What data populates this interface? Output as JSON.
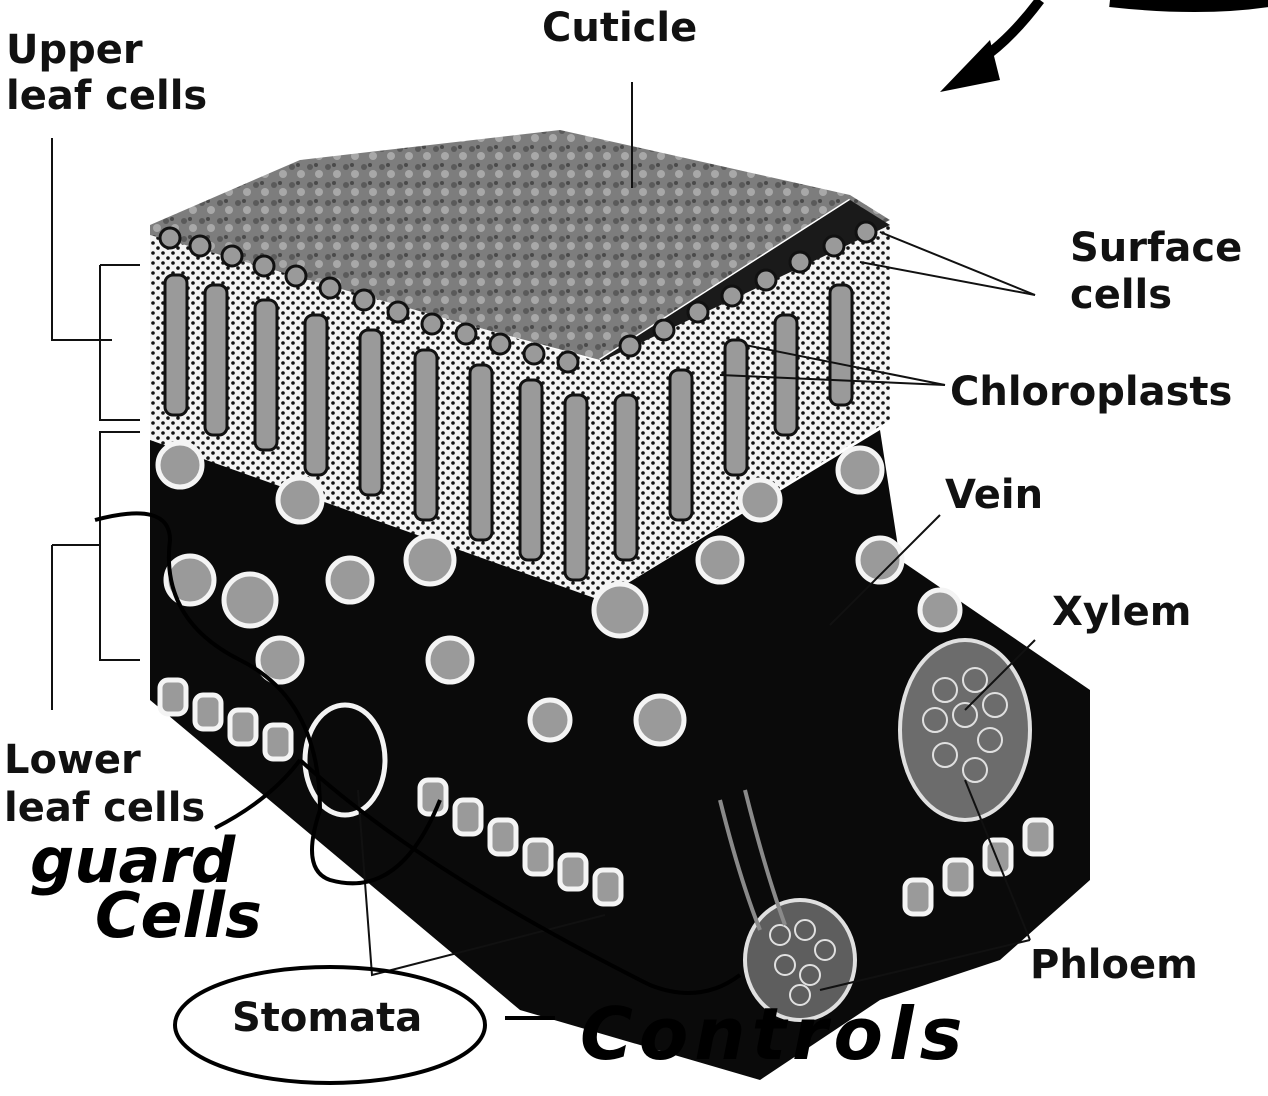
{
  "labels": {
    "cuticle": "Cuticle",
    "upper_leaf_cells_1": "Upper",
    "upper_leaf_cells_2": "leaf cells",
    "surface_cells_1": "Surface",
    "surface_cells_2": "cells",
    "chloroplasts": "Chloroplasts",
    "vein": "Vein",
    "xylem": "Xylem",
    "lower_leaf_cells_1": "Lower",
    "lower_leaf_cells_2": "leaf cells",
    "phloem": "Phloem",
    "stomata": "Stomata"
  },
  "handwriting": {
    "guard": "guard",
    "cells": "Cells",
    "controls": "Controls"
  },
  "colors": {
    "label": "#111111",
    "background": "#ffffff",
    "tissue_dark": "#0a0a0a",
    "cell_fill": "#9a9a9a",
    "cuticle_fill": "#6f6f6f"
  }
}
